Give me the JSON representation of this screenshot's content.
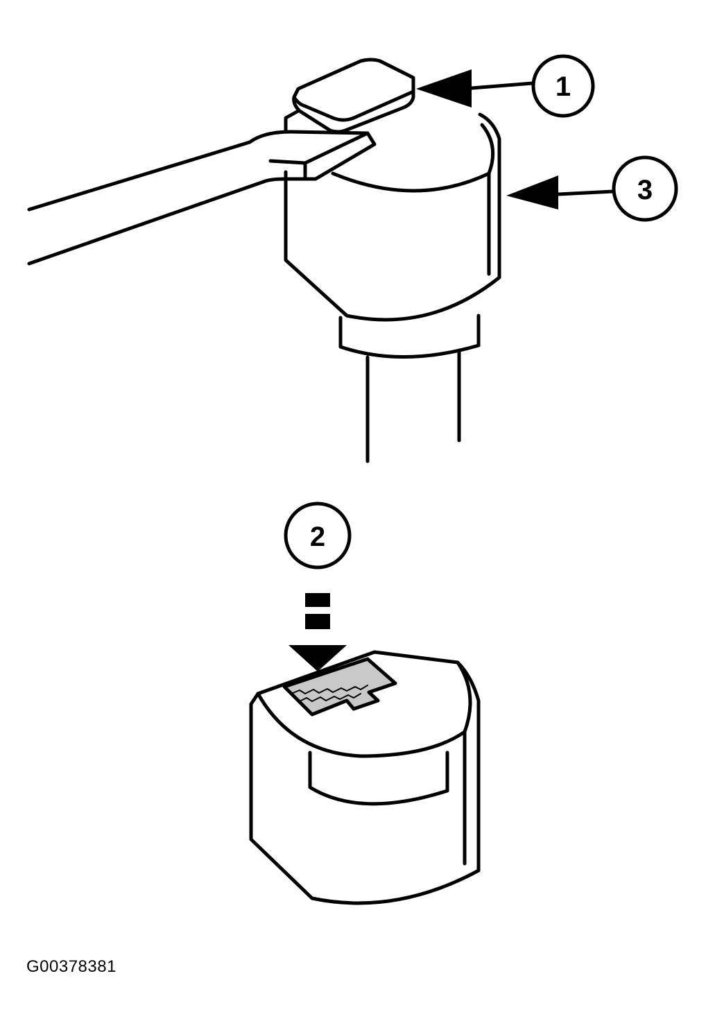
{
  "colors": {
    "line": "#000000",
    "background": "#ffffff",
    "stripe": "#c8c8c8"
  },
  "callouts": [
    {
      "id": "1",
      "label": "1"
    },
    {
      "id": "2",
      "label": "2"
    },
    {
      "id": "3",
      "label": "3"
    }
  ],
  "figure_id": "G00378381"
}
